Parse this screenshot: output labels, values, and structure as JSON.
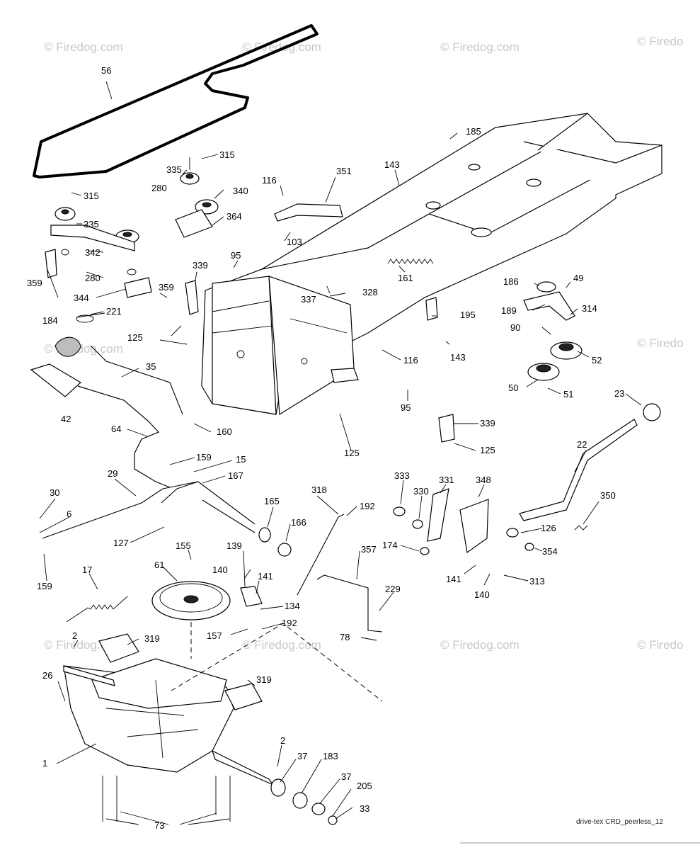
{
  "watermark": {
    "text": "© Firedog.com",
    "text_partial": "© Firedo"
  },
  "footer_code": "drive-tex CRD_peerless_12",
  "labels": {
    "l56": "56",
    "l315a": "315",
    "l335a": "335",
    "l280a": "280",
    "l340": "340",
    "l364": "364",
    "l315b": "315",
    "l335b": "335",
    "l342": "342",
    "l280b": "280",
    "l359a": "359",
    "l344": "344",
    "l359b": "359",
    "l339a": "339",
    "l95a": "95",
    "l116a": "116",
    "l351": "351",
    "l103": "103",
    "l143a": "143",
    "l185": "185",
    "l161": "161",
    "l221": "221",
    "l184": "184",
    "l125a": "125",
    "l35": "35",
    "l42": "42",
    "l337": "337",
    "l328": "328",
    "l195": "195",
    "l143b": "143",
    "l116b": "116",
    "l95b": "95",
    "l186": "186",
    "l49": "49",
    "l189": "189",
    "l314": "314",
    "l90": "90",
    "l52": "52",
    "l50": "50",
    "l51": "51",
    "l23": "23",
    "l64": "64",
    "l160": "160",
    "l125b": "125",
    "l339b": "339",
    "l125c": "125",
    "l22": "22",
    "l159a": "159",
    "l15": "15",
    "l167": "167",
    "l29": "29",
    "l30": "30",
    "l6": "6",
    "l159b": "159",
    "l318": "318",
    "l192a": "192",
    "l165": "165",
    "l166": "166",
    "l127": "127",
    "l155": "155",
    "l333": "333",
    "l330": "330",
    "l331": "331",
    "l348": "348",
    "l350": "350",
    "l126": "126",
    "l354": "354",
    "l174": "174",
    "l141a": "141",
    "l140a": "140",
    "l313": "313",
    "l17": "17",
    "l61": "61",
    "l139": "139",
    "l140b": "140",
    "l141b": "141",
    "l134": "134",
    "l357": "357",
    "l229": "229",
    "l192b": "192",
    "l157": "157",
    "l78": "78",
    "l2a": "2",
    "l319a": "319",
    "l26": "26",
    "l319b": "319",
    "l1": "1",
    "l2b": "2",
    "l37a": "37",
    "l183": "183",
    "l37b": "37",
    "l205": "205",
    "l33": "33",
    "l73": "73"
  }
}
